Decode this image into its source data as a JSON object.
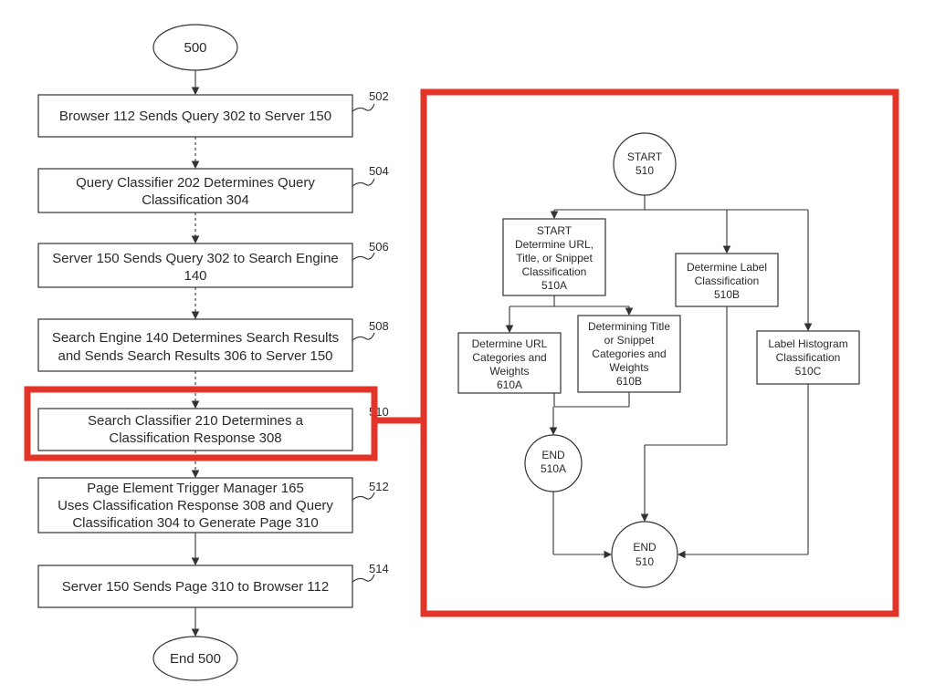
{
  "left": {
    "start": "500",
    "steps": [
      {
        "lines": [
          "Browser 112 Sends Query 302 to Server 150"
        ],
        "ref": "502"
      },
      {
        "lines": [
          "Query Classifier 202 Determines Query",
          "Classification 304"
        ],
        "ref": "504"
      },
      {
        "lines": [
          "Server 150 Sends Query 302 to Search Engine",
          "140"
        ],
        "ref": "506"
      },
      {
        "lines": [
          "Search Engine 140 Determines Search Results",
          "and Sends Search Results 306 to Server 150"
        ],
        "ref": "508"
      },
      {
        "lines": [
          "Search Classifier 210 Determines a",
          "Classification Response 308"
        ],
        "ref": "510"
      },
      {
        "lines": [
          "Page Element Trigger Manager 165",
          "Uses Classification Response 308 and Query",
          "Classification 304 to Generate Page 310"
        ],
        "ref": "512"
      },
      {
        "lines": [
          "Server 150 Sends Page 310 to Browser 112"
        ],
        "ref": "514"
      }
    ],
    "end": "End 500"
  },
  "right": {
    "start": [
      "START",
      "510"
    ],
    "box_510a": [
      "START",
      "Determine URL,",
      "Title, or Snippet",
      "Classification",
      "510A"
    ],
    "box_510b": [
      "Determine Label",
      "Classification",
      "510B"
    ],
    "box_610a": [
      "Determine URL",
      "Categories and",
      "Weights",
      "610A"
    ],
    "box_610b": [
      "Determining Title",
      "or Snippet",
      "Categories and",
      "Weights",
      "610B"
    ],
    "box_510c": [
      "Label Histogram",
      "Classification",
      "510C"
    ],
    "end_510a": [
      "END",
      "510A"
    ],
    "end_510": [
      "END",
      "510"
    ]
  },
  "colors": {
    "highlight": "#e3342a",
    "ink": "#2a2a2a"
  }
}
